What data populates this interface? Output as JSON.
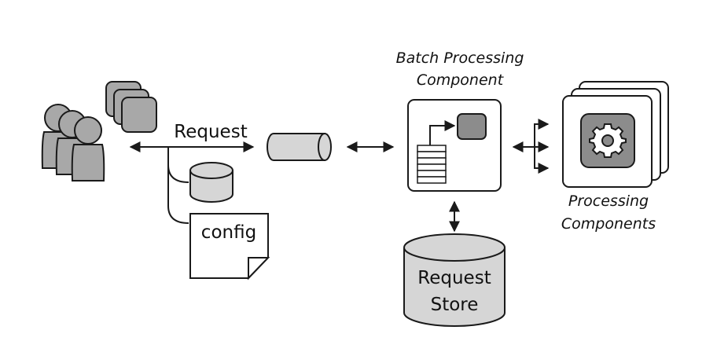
{
  "labels": {
    "request": "Request",
    "config": "config",
    "batch_line1": "Batch Processing",
    "batch_line2": "Component",
    "store_line1": "Request",
    "store_line2": "Store",
    "proc_line1": "Processing",
    "proc_line2": "Components"
  },
  "colors": {
    "stroke": "#1a1a1a",
    "light_gray": "#d6d6d6",
    "mid_gray": "#a8a8a8",
    "dark_gray": "#8c8c8c",
    "white": "#ffffff"
  },
  "icons": {
    "users": "users-icon",
    "clients": "client-stack-icon",
    "queue": "queue-cylinder-icon",
    "database": "database-icon",
    "config_file": "document-icon",
    "gear": "gear-icon"
  }
}
